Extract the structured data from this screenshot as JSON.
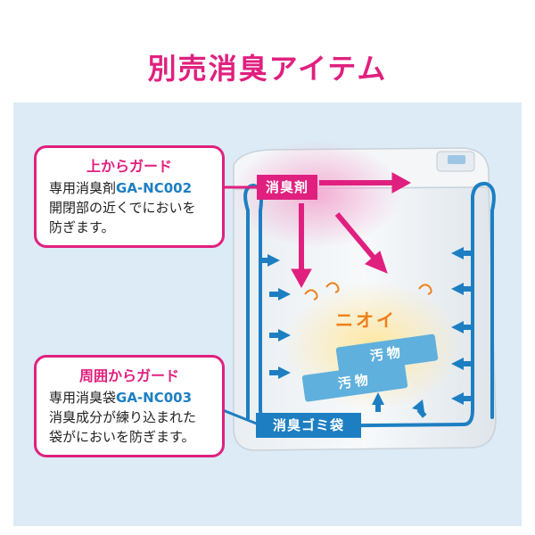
{
  "title": "別売消臭アイテム",
  "callout_top": {
    "heading": "上からガード",
    "line1_prefix": "専用消臭剤",
    "line1_code": "GA-NC002",
    "line2": "開閉部の近くでにおいを",
    "line3": "防ぎます。"
  },
  "callout_bottom": {
    "heading": "周囲からガード",
    "line1_prefix": "専用消臭袋",
    "line1_code": "GA-NC003",
    "line2": "消臭成分が練り込まれた",
    "line3": "袋がにおいを防ぎます。"
  },
  "labels": {
    "deodorant": "消臭剤",
    "bag": "消臭ゴミ袋",
    "odor": "ニオイ",
    "dirt": "汚物"
  },
  "colors": {
    "accent_pink": "#e0207f",
    "accent_blue": "#1d7fc2",
    "odor_orange": "#ee7f1a",
    "panel_bg": "#dcebf6"
  }
}
